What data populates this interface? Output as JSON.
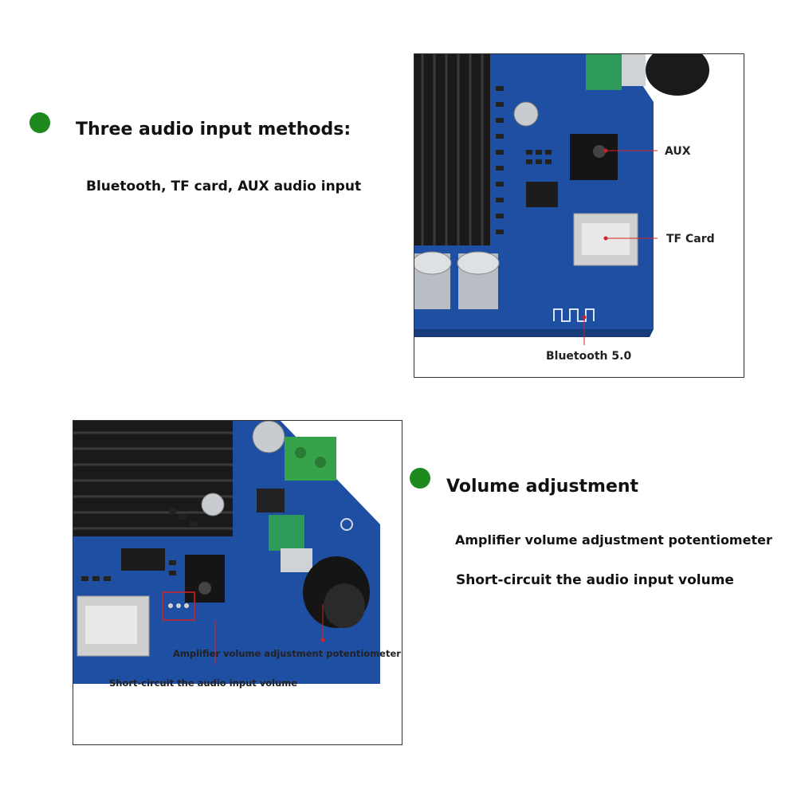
{
  "colors": {
    "accent_dot": "#1e8a1e",
    "pcb": "#1f4fa3",
    "pointer": "#d42020"
  },
  "section_input": {
    "title": "Three audio input methods:",
    "subtitle": "Bluetooth, TF card, AUX audio input",
    "photo_labels": {
      "aux": "AUX",
      "tf_card": "TF Card",
      "bluetooth": "Bluetooth 5.0"
    }
  },
  "section_volume": {
    "title": "Volume adjustment",
    "line1": "Amplifier volume adjustment potentiometer",
    "line2": "Short-circuit the audio input volume",
    "photo_labels": {
      "potentiometer": "Amplifier volume adjustment potentiometer",
      "short_circuit": "Short-circuit the audio input volume"
    }
  }
}
